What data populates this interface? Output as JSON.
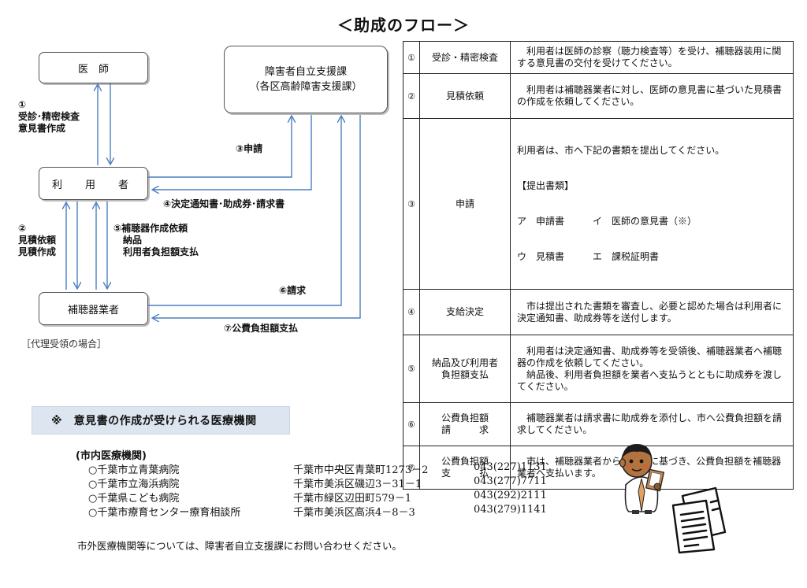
{
  "title": "＜助成のフロー＞",
  "flow": {
    "doctor": "医　師",
    "user": "利　用　者",
    "vendor": "補聴器業者",
    "office_line1": "障害者自立支援課",
    "office_line2": "（各区高齢障害支援課）",
    "label_1": "①\n受診･精密検査\n意見書作成",
    "label_2": "②\n見積依頼\n見積作成",
    "label_3": "③申請",
    "label_4": "④決定通知書･助成券･請求書",
    "label_5": "⑤補聴器作成依頼\n　納品\n　利用者負担額支払",
    "label_6": "⑥請求",
    "label_7": "⑦公費負担額支払",
    "proxy_note": "［代理受領の場合］"
  },
  "table": {
    "rows": [
      {
        "num": "①",
        "step": "受診・精密検査",
        "desc": "　利用者は医師の診察（聴力検査等）を受け、補聴器装用に関する意見書の交付を受けてください。"
      },
      {
        "num": "②",
        "step": "見積依頼",
        "desc": "　利用者は補聴器業者に対し、医師の意見書に基づいた見積書の作成を依頼してください。"
      },
      {
        "num": "③",
        "step": "申請",
        "desc": "利用者は、市へ下記の書類を提出してください。",
        "docs_title": "【提出書類】",
        "docs_line1": "ア　申請書　　　イ　医師の意見書（※）",
        "docs_line2": "ウ　見積書　　　エ　課税証明書"
      },
      {
        "num": "④",
        "step": "支給決定",
        "desc": "　市は提出された書類を審査し、必要と認めた場合は利用者に決定通知書、助成券等を送付します。"
      },
      {
        "num": "⑤",
        "step": "納品及び利用者\n負担額支払",
        "desc": "　利用者は決定通知書、助成券等を受領後、補聴器業者へ補聴器の作成を依頼してください。\n　納品後、利用者負担額を業者へ支払うとともに助成券を渡してください。"
      },
      {
        "num": "⑥",
        "step": "公費負担額\n請　　　求",
        "desc": "　補聴器業者は請求書に助成券を添付し、市へ公費負担額を請求してください。"
      },
      {
        "num": "⑦",
        "step": "公費負担額\n支　　　払",
        "desc": "　市は、補聴器業者からの請求に基づき、公費負担額を補聴器業者へ支払います。"
      }
    ]
  },
  "medical": {
    "banner": "※　意見書の作成が受けられる医療機関",
    "subtitle": "(市内医療機関)",
    "hospitals": [
      {
        "name": "○千葉市立青葉病院",
        "address": "千葉市中央区青葉町1273－2",
        "tel": "043(227)1131"
      },
      {
        "name": "○千葉市立海浜病院",
        "address": "千葉市美浜区磯辺3－31－1",
        "tel": "043(277)7711"
      },
      {
        "name": "○千葉県こども病院",
        "address": "千葉市緑区辺田町579－1",
        "tel": "043(292)2111"
      },
      {
        "name": "○千葉市療育センター療育相談所",
        "address": "千葉市美浜区高浜4－8－3",
        "tel": "043(279)1141"
      }
    ],
    "outside_note": "市外医療機関等については、障害者自立支援課にお問い合わせください。"
  },
  "colors": {
    "arrow": "#4a7fc1",
    "banner": "#dde6f0"
  },
  "icons": {
    "doctor": "doctor-illustration-icon",
    "document": "document-illustration-icon"
  }
}
